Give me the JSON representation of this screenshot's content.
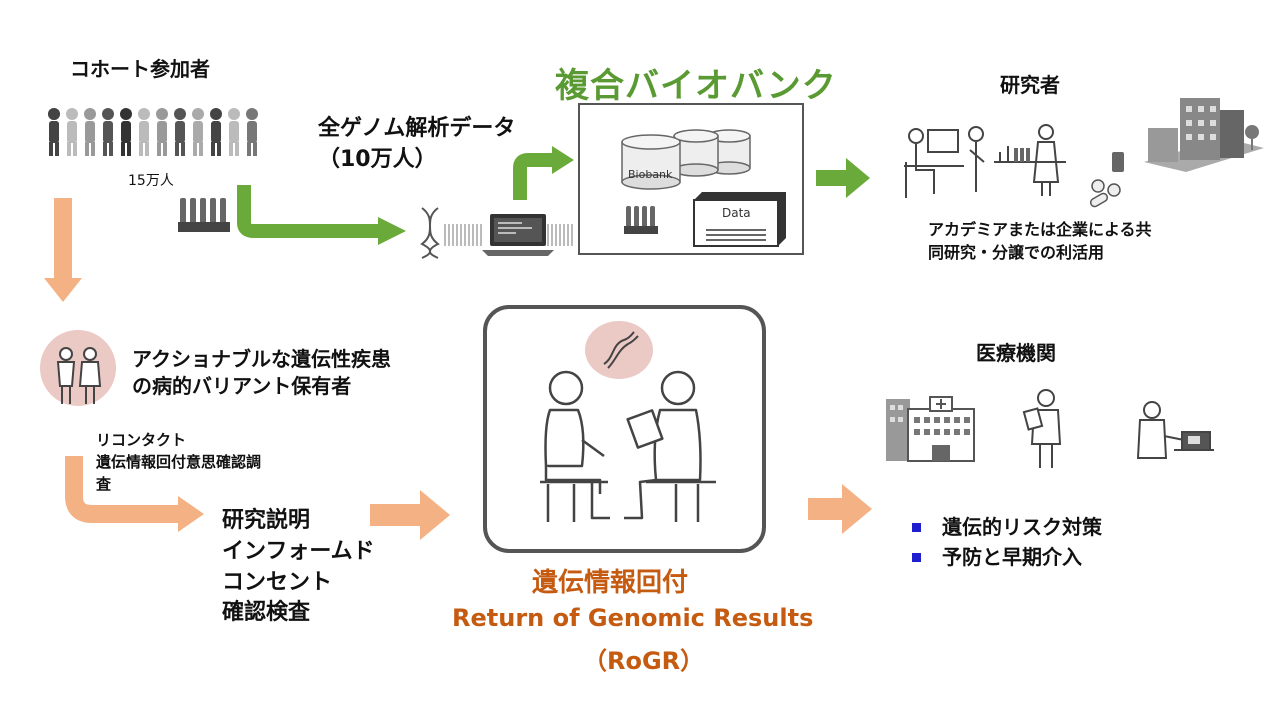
{
  "cohort": {
    "title": "コホート参加者",
    "count": "15万人"
  },
  "genome_data": {
    "line1": "全ゲノム解析データ",
    "line2": "（10万人）"
  },
  "biobank": {
    "title": "複合バイオバンク",
    "drum_label": "Biobank",
    "data_label": "Data"
  },
  "researcher": {
    "title": "研究者",
    "desc_line1": "アカデミアまたは企業による共",
    "desc_line2": "同研究・分譲での利活用"
  },
  "carriers": {
    "line1": "アクショナブルな遺伝性疾患",
    "line2": "の病的バリアント保有者"
  },
  "recontact": {
    "line1": "リコンタクト",
    "line2": "遺伝情報回付意思確認調",
    "line3": "査"
  },
  "consent": {
    "line1": "研究説明",
    "line2": "インフォームド",
    "line3": "コンセント",
    "line4": "確認検査"
  },
  "rogr": {
    "title_jp": "遺伝情報回付",
    "title_en": "Return of Genomic Results",
    "abbr": "（RoGR）"
  },
  "medical": {
    "title": "医療機関",
    "bullets": [
      "遺伝的リスク対策",
      "予防と早期介入"
    ]
  },
  "colors": {
    "green_arrow": "#6aaa3a",
    "orange_arrow": "#f4b183",
    "rogr_orange": "#c55a11",
    "bullet_blue": "#1f1fd0",
    "biobank_green": "#5a9a32"
  }
}
